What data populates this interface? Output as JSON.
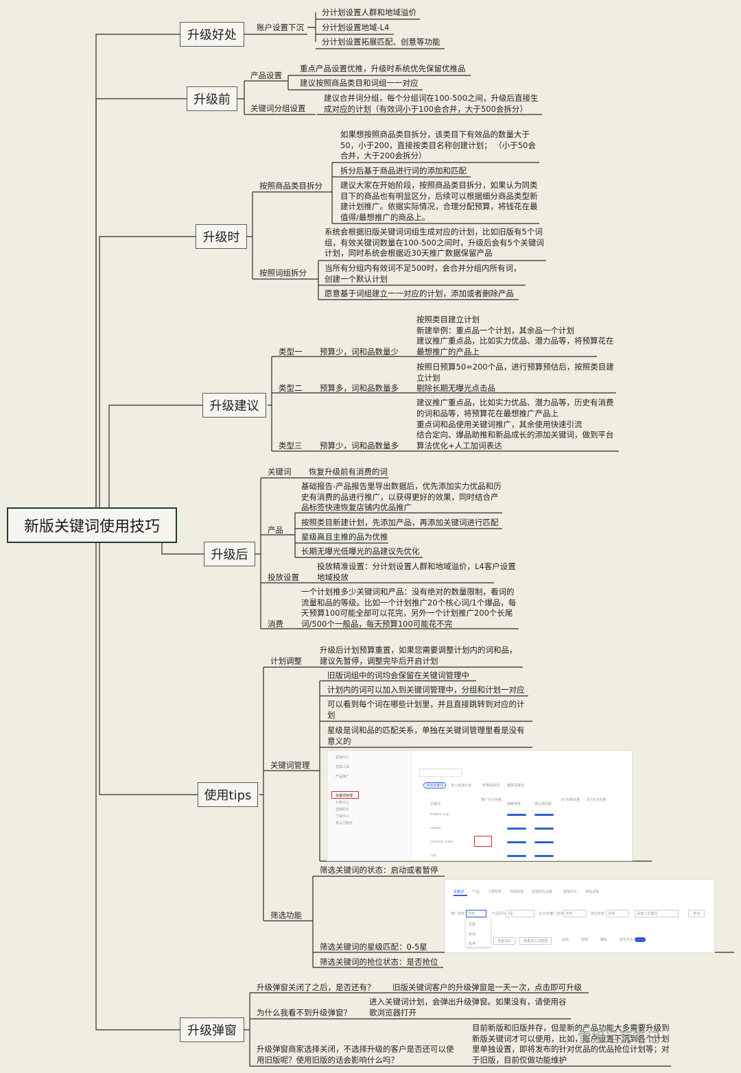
{
  "root": "新版关键词使用技巧",
  "sections": {
    "s1": {
      "label": "升级好处",
      "sub": "账户设置下沉",
      "items": [
        "分计划设置人群和地域溢价",
        "分计划设置地域-L4",
        "分计划设置拓展匹配、创意等功能"
      ]
    },
    "s2": {
      "label": "升级前",
      "sub1": "产品设置",
      "sub1_items": [
        "重点产品设置优推，升级时系统优先保留优推品",
        "建议按照商品类目和词组一一对应"
      ],
      "sub2": "关键词分组设置",
      "sub2_text": "建议合并词分组，每个分组词在100-500之间，升级后直接生成对应的计划（有效词小于100会合并，大于500会拆分）"
    },
    "s3": {
      "label": "升级时",
      "sub1": "按照商品类目拆分",
      "sub1_items": [
        "如果想按照商品类目拆分，该类目下有效品的数量大于50，小于200，直接按类目名称创建计划；   （小于50会合并，大于200会拆分）",
        "拆分后基于商品进行词的添加和匹配",
        "建议大家在开始阶段，按照商品类目拆分，如果认为同类目下的商品也有明显区分，后续可以根据细分商品类型新建计划推广。依据实际情况，合理分配预算，将钱花在最值得/最想推广的商品上。"
      ],
      "sub2": "按照词组拆分",
      "sub2_items": [
        "系统会根据旧版关键词词组生成对应的计划，比如旧版有5个词组，有效关键词数量在100-500之间时，升级后会有5个关键词计划，同时系统会根据近30天推广数据保留产品",
        "当所有分组内有效词不足500时，会合并分组内所有词，创建一个默认计划",
        "愿意基于词组建立一一对应的计划，添加或者删除产品"
      ]
    },
    "s4": {
      "label": "升级建议",
      "types": [
        {
          "name": "类型一",
          "desc": "预算少，词和品数量少",
          "lines": [
            "按照类目建立计划",
            "新建举例：重点品一个计划，其余品一个计划",
            "建议推广重点品，比如实力优品、潜力品等，将预算花在最想推广的产品上"
          ]
        },
        {
          "name": "类型二",
          "desc": "预算多，词和品数量多",
          "lines": [
            "按照日预算50=200个品，进行预算预估后，按照类目建立计划",
            "剔除长期无曝光点击品"
          ]
        },
        {
          "name": "类型三",
          "desc": "预算少，词和品数量多",
          "lines": [
            "建议推广重点品，比如实力优品、潜力品等，历史有消费的词和品等，将预算花在最想推广产品上",
            "重点词和品使用关键词推广，其余使用快速引流",
            "结合定向、爆品助推和新品成长的添加关键词，做到平台算法优化+人工加词表达"
          ]
        }
      ]
    },
    "s5": {
      "label": "升级后",
      "kw": "关键词",
      "kw_text": "恢复升级前有消费的词",
      "prod": "产品",
      "prod_items": [
        "基础报告-产品报告里导出数据后，优先添加实力优品和历史有消费的品进行推广，以获得更好的效果，同时结合产品标签快速恢复店铺内优品推广",
        "按照类目新建计划，先添加产品，再添加关键词进行匹配",
        "星级高且主推的品为优推",
        "长期无曝光低曝光的品建议先优化"
      ],
      "put": "投放设置",
      "put_text": "投放精准设置：分计划设置人群和地域溢价，L4客户设置地域投放",
      "cost": "消费",
      "cost_text": "一个计划推多少关键词和产品：没有绝对的数量限制，看词的流量和品的等级。比如一个计划推广20个核心词/1个爆品，每天预算100可能全部可以花完，另外一个计划推广200个长尾词/500个一般品，每天预算100可能花不完"
    },
    "s6": {
      "label": "使用tips",
      "plan": "计划调整",
      "plan_text": "升级后计划预算重置，如果您需要调整计划内的词和品，建议先暂停，调整完毕后开启计划",
      "kwm": "关键词管理",
      "kwm_items": [
        "旧版词组中的词均会保留在关键词管理中",
        "计划内的词可以加入到关键词管理中，分组和计划一对应",
        "可以看到每个词在哪些计划里，并且直接跳转到对应的计划",
        "星级是词和品的匹配关系，单独在关键词管理里看是没有意义的"
      ],
      "filter": "筛选功能",
      "filter_items": [
        "筛选关键词的状态：启动或者暂停",
        "筛选关键词的星级匹配：0-5星",
        "筛选关键词的抢位状态：是否抢位"
      ]
    },
    "s7": {
      "label": "升级弹窗",
      "q1": "升级弹窗关闭了之后，是否还有？",
      "a1": "旧版关键词客户的升级弹窗是一天一次，点击即可升级",
      "q2": "为什么我看不到升级弹窗？",
      "a2": "进入关键词计划，会弹出升级弹窗。如果没有，请使用谷歌浏览器打开",
      "q3": "升级弹窗商家选择关闭，不选择升级的客户是否还可以使用旧版呢？使用旧版的话会影响什么吗？",
      "a3": "目前新版和旧版并存，但是新的产品功能大多需要升级到新版关键词才可以使用，比如，账户设置下沉到各个计划里单独设置，即将发布的针对优品的优品抢位计划等；对于旧版，目前仅做功能维护"
    }
  },
  "screens": {
    "shot1": {
      "sidebar": [
        "营销中心",
        "营销工具",
        "产品推广",
        "关键词管理",
        "万象中心",
        "营销助手",
        "下载中心",
        "第三方服务"
      ],
      "tabs": [
        "添加关键词",
        "加入普通计划",
        "暂停投放词",
        "删除关键词"
      ],
      "cols": [
        "关键词",
        "推广中计划数",
        "搜索热度",
        "竞价激烈度",
        "近7天曝光量",
        "近7天点击量"
      ],
      "rows": [
        "enzym cup",
        "cream",
        "ceramic cups",
        "cup"
      ]
    },
    "shot2": {
      "tabs": [
        "关键词",
        "产品",
        "人群标签",
        "地域标签",
        "投放时段设置",
        "智能出价",
        "高级设置"
      ],
      "filters": [
        "推广状态",
        "全部",
        "产品评分",
        "5星",
        "近10天推广状态",
        "全部",
        "抢位状态",
        "全部"
      ],
      "dropdown": [
        "全部",
        "启动",
        "暂停"
      ],
      "actions": [
        "批量加价",
        "批量加入词管理",
        "启动",
        "暂停",
        "删除",
        "抢位开关"
      ],
      "search_placeholder": "请输入关键词",
      "query": "查询"
    }
  },
  "watermark": "雪姐运营笔记",
  "colors": {
    "background": "#f0eee0",
    "line": "#1f3a31",
    "accent": "#2f5fd8",
    "highlight": "#d9252a"
  }
}
